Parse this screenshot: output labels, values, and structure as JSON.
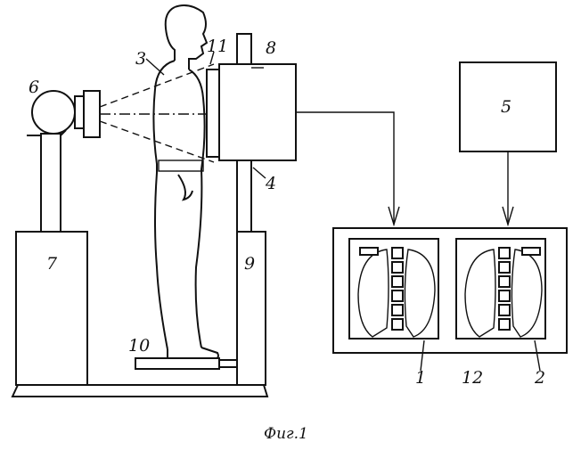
{
  "figure": {
    "caption": "Фиг.1",
    "labels": {
      "l1": "1",
      "l2": "2",
      "l3": "3",
      "l4": "4",
      "l5": "5",
      "l6": "6",
      "l7": "7",
      "l8": "8",
      "l9": "9",
      "l10": "10",
      "l11": "11",
      "l12": "12"
    }
  }
}
